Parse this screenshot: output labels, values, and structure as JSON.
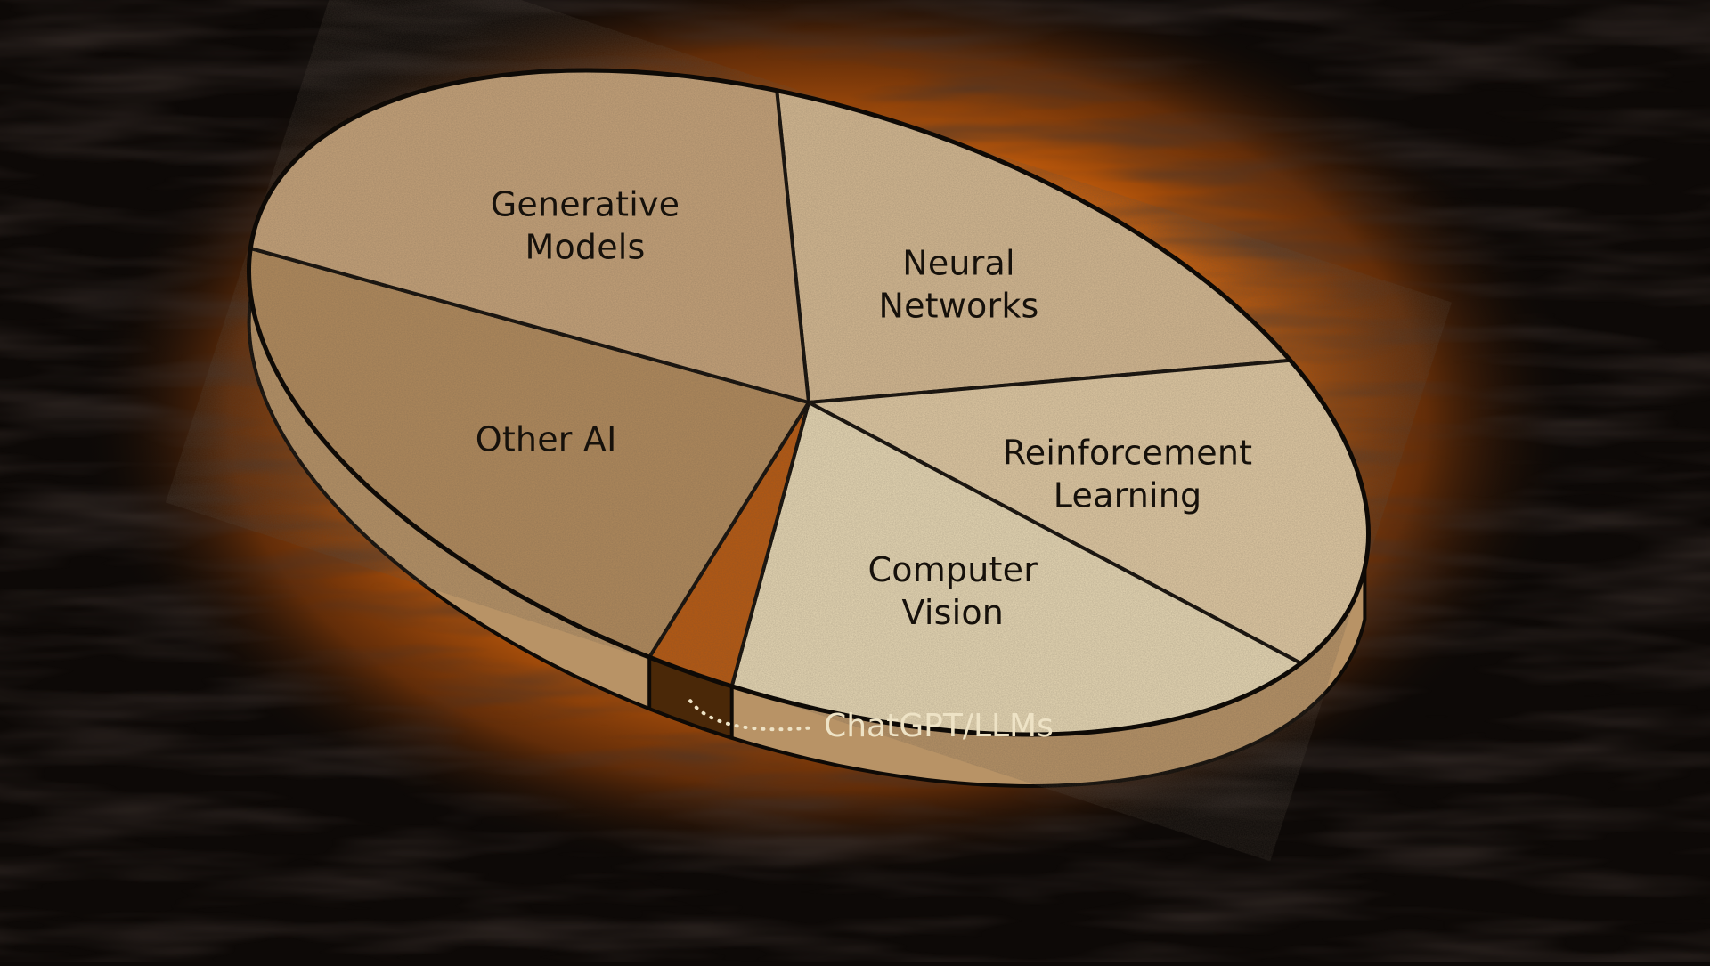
{
  "chart_data": {
    "type": "pie",
    "title": "",
    "style": "3d-tilted",
    "slices": [
      {
        "label": [
          "Neural",
          "Networks"
        ],
        "value": 17.4,
        "color": "#d8bc94"
      },
      {
        "label": [
          "Reinforcement",
          "Learning"
        ],
        "value": 16.4,
        "color": "#e4cda6"
      },
      {
        "label": [
          "Computer",
          "Vision"
        ],
        "value": 19.3,
        "color": "#ebdcb8"
      },
      {
        "label": [
          "ChatGPT/LLMs"
        ],
        "value": 2.4,
        "color": "#b9580e",
        "callout": true
      },
      {
        "label": [
          "Other AI"
        ],
        "value": 21.6,
        "color": "#b38b5c"
      },
      {
        "label": [
          "Generative",
          "Models"
        ],
        "value": 22.9,
        "color": "#c8a47a"
      }
    ],
    "colors": {
      "background": "#0d0907",
      "glow": "#e4700f",
      "rim": "#b89366",
      "outline": "#0e0a06",
      "callout_text": "#eee3c6"
    }
  }
}
